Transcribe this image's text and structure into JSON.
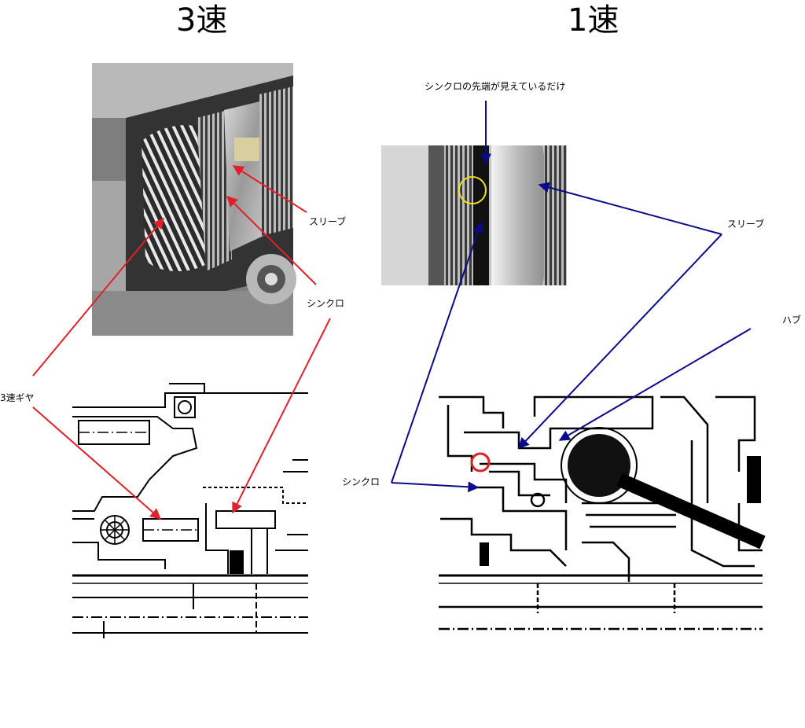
{
  "headings": {
    "left": "3速",
    "right": "1速"
  },
  "left_labels": {
    "sleeve": "スリーブ",
    "synchro": "シンクロ",
    "gear": "3速ギヤ"
  },
  "right_labels": {
    "note": "シンクロの先端が見えているだけ",
    "sleeve": "スリーブ",
    "hub": "ハブ",
    "synchro": "シンクロ"
  },
  "colors": {
    "left_arrows": "#e0202a",
    "right_arrows": "#0a0a8a",
    "highlight_yellow": "#f2e020",
    "highlight_red": "#e02020"
  }
}
